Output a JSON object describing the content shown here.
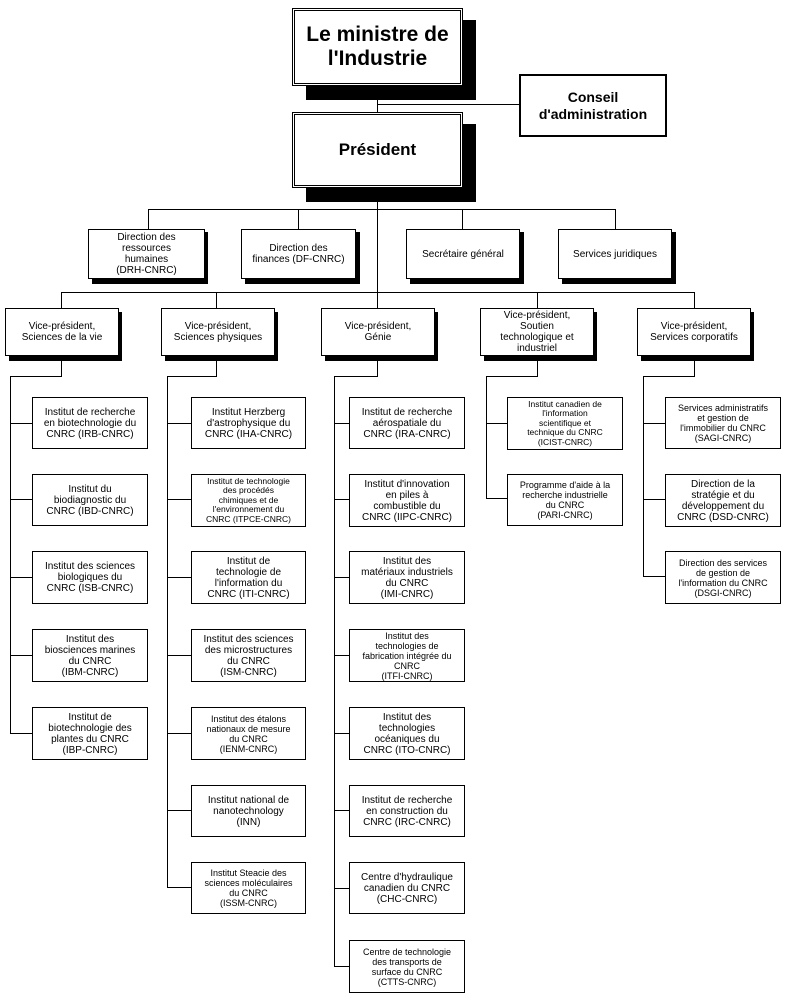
{
  "top": {
    "minister": "Le ministre de\nl'Industrie",
    "council": "Conseil\nd'administration",
    "president": "Président"
  },
  "directions": [
    "Direction des\nressources\nhumaines\n(DRH-CNRC)",
    "Direction des\nfinances (DF-CNRC)",
    "Secrétaire général",
    "Services juridiques"
  ],
  "vp": [
    "Vice-président,\nSciences de la vie",
    "Vice-président,\nSciences physiques",
    "Vice-président,\nGénie",
    "Vice-président,\nSoutien\ntechnologique et\nindustriel",
    "Vice-président,\nServices corporatifs"
  ],
  "col1": [
    "Institut de recherche\nen biotechnologie du\nCNRC (IRB-CNRC)",
    "Institut du\nbiodiagnostic du\nCNRC (IBD-CNRC)",
    "Institut des sciences\nbiologiques du\nCNRC (ISB-CNRC)",
    "Institut des\nbiosciences marines\ndu CNRC\n(IBM-CNRC)",
    "Institut de\nbiotechnologie des\nplantes du CNRC\n(IBP-CNRC)"
  ],
  "col2": [
    "Institut Herzberg\nd'astrophysique du\nCNRC (IHA-CNRC)",
    "Institut de technologie\ndes procédés\nchimiques et de\nl'environnement du\nCNRC (ITPCE-CNRC)",
    "Institut de\ntechnologie de\nl'information du\nCNRC (ITI-CNRC)",
    "Institut des sciences\ndes microstructures\ndu CNRC\n(ISM-CNRC)",
    "Institut des étalons\nnationaux de mesure\ndu CNRC\n(IENM-CNRC)",
    "Institut national de\nnanotechnology\n(INN)",
    "Institut Steacie des\nsciences moléculaires\ndu CNRC\n(ISSM-CNRC)"
  ],
  "col3": [
    "Institut de recherche\naérospatiale du\nCNRC (IRA-CNRC)",
    "Institut d'innovation\nen piles à\ncombustible du\nCNRC (IIPC-CNRC)",
    "Institut des\nmatériaux industriels\ndu CNRC\n(IMI-CNRC)",
    "Institut des\ntechnologies de\nfabrication intégrée du\nCNRC\n(ITFI-CNRC)",
    "Institut des\ntechnologies\nocéaniques du\nCNRC  (ITO-CNRC)",
    "Institut de recherche\nen construction du\nCNRC (IRC-CNRC)",
    "Centre d'hydraulique\ncanadien du CNRC\n(CHC-CNRC)",
    "Centre de technologie\ndes transports de\nsurface du CNRC\n(CTTS-CNRC)"
  ],
  "col4": [
    "Institut canadien de\nl'information\nscientifique et\ntechnique du CNRC\n(ICIST-CNRC)",
    "Programme d'aide à la\nrecherche industrielle\ndu CNRC\n(PARI-CNRC)"
  ],
  "col5": [
    "Services administratifs\net gestion de\nl'immobilier du CNRC\n(SAGI-CNRC)",
    "Direction de la\nstratégie et du\ndéveloppement  du\nCNRC (DSD-CNRC)",
    "Direction des services\nde gestion de\nl'information du CNRC\n(DSGI-CNRC)"
  ]
}
